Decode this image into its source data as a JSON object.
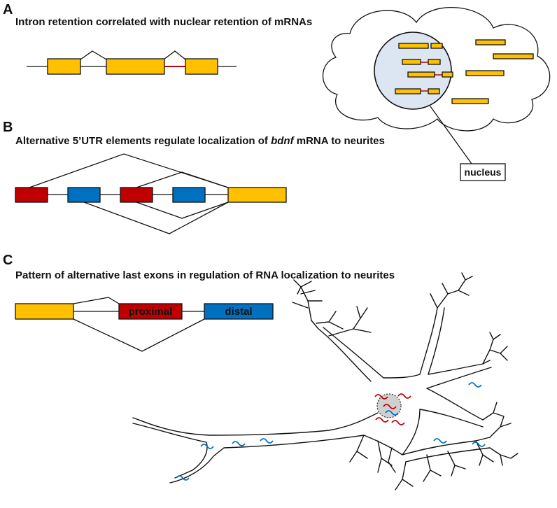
{
  "colors": {
    "yellow": "#FFC000",
    "red": "#C00000",
    "blue": "#0070C0",
    "nucleus_fill": "#DCE6F2",
    "intron": "#C00000"
  },
  "panel_a": {
    "letter": "A",
    "title": "Intron retention correlated with nuclear retention of mRNAs",
    "nucleus_label": "nucleus"
  },
  "panel_b": {
    "letter": "B",
    "title_pre": "Alternative 5’UTR elements regulate localization of ",
    "title_italic": "bdnf",
    "title_post": " mRNA to neurites"
  },
  "panel_c": {
    "letter": "C",
    "title": "Pattern of alternative last exons in regulation of RNA localization to neurites",
    "exon_proximal": "proximal",
    "exon_distal": "distal"
  }
}
